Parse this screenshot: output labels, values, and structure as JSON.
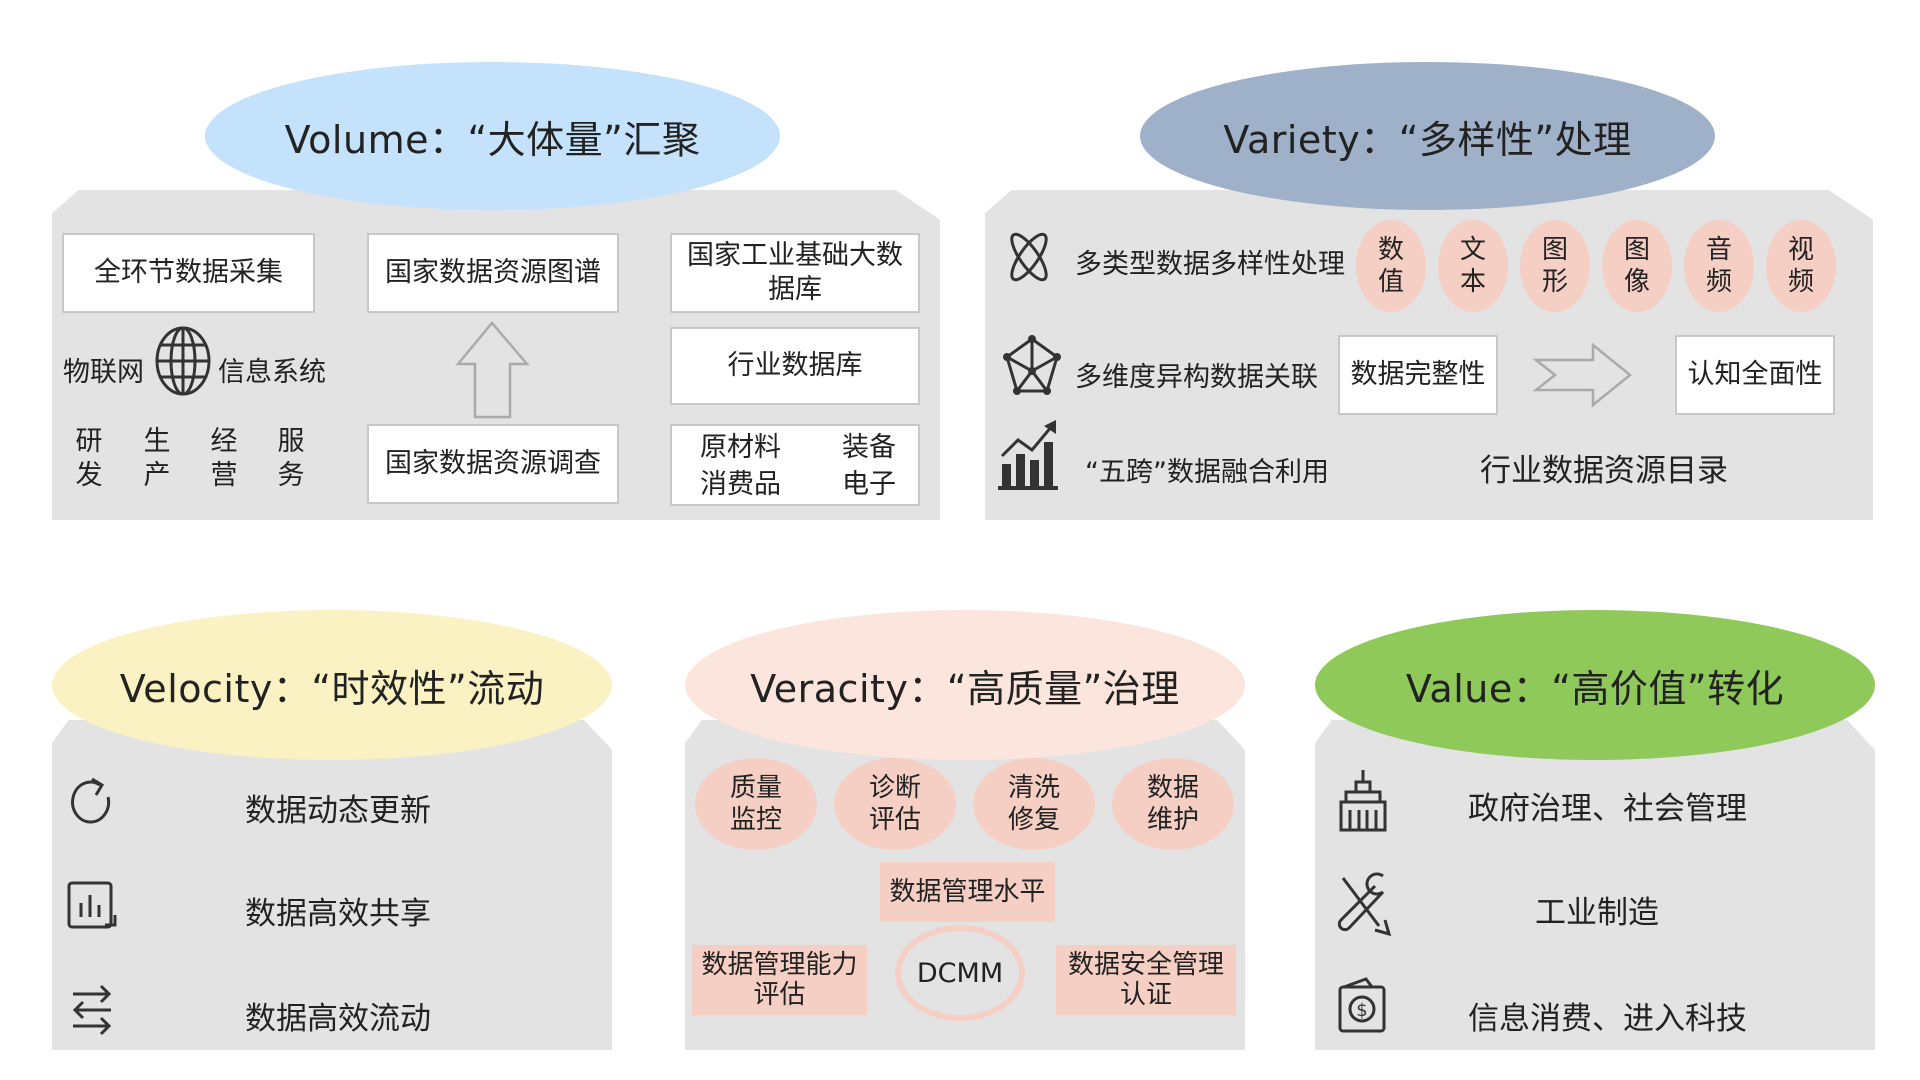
{
  "volume": {
    "title": "Volume：“大体量”汇聚",
    "collect": "全环节数据采集",
    "iot": "物联网",
    "info_system": "信息系统",
    "stages": [
      [
        "研",
        "发"
      ],
      [
        "生",
        "产"
      ],
      [
        "经",
        "营"
      ],
      [
        "服",
        "务"
      ]
    ],
    "map": "国家数据资源图谱",
    "survey": "国家数据资源调查",
    "national_db": "国家工业基础大数据库",
    "industry_db": "行业数据库",
    "sectors": [
      "原材料",
      "装备",
      "消费品",
      "电子"
    ]
  },
  "variety": {
    "title": "Variety：“多样性”处理",
    "row1": "多类型数据多样性处理",
    "types": [
      [
        "数",
        "值"
      ],
      [
        "文",
        "本"
      ],
      [
        "图",
        "形"
      ],
      [
        "图",
        "像"
      ],
      [
        "音",
        "频"
      ],
      [
        "视",
        "频"
      ]
    ],
    "row2": "多维度异构数据关联",
    "integrity": "数据完整性",
    "cognition": "认知全面性",
    "row3": "“五跨”数据融合利用",
    "catalog": "行业数据资源目录"
  },
  "velocity": {
    "title": "Velocity：“时效性”流动",
    "items": [
      "数据动态更新",
      "数据高效共享",
      "数据高效流动"
    ]
  },
  "veracity": {
    "title": "Veracity：“高质量”治理",
    "pills": [
      [
        "质量",
        "监控"
      ],
      [
        "诊断",
        "评估"
      ],
      [
        "清洗",
        "修复"
      ],
      [
        "数据",
        "维护"
      ]
    ],
    "level": "数据管理水平",
    "capability": [
      "数据管理能力",
      "评估"
    ],
    "dcmm": "DCMM",
    "security": [
      "数据安全管理",
      "认证"
    ]
  },
  "value": {
    "title": "Value：“高价值”转化",
    "items": [
      "政府治理、社会管理",
      "工业制造",
      "信息消费、进入科技"
    ]
  },
  "colors": {
    "volume_oval": "#c4e2fb",
    "variety_oval": "#9fb1c8",
    "velocity_oval": "#fbf2c4",
    "veracity_oval": "#fbe5dc",
    "value_oval": "#8ec95a",
    "panel": "#e3e3e3",
    "pill": "#f5cfc3"
  }
}
